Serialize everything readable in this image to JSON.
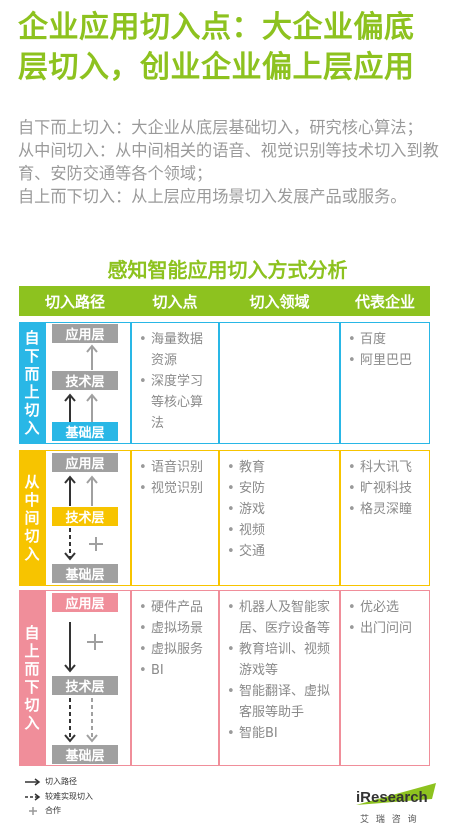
{
  "title_lines": [
    "企业应用切入点：大企业偏底",
    "层切入，创业企业偏上层应用"
  ],
  "intro": [
    "自下而上切入：大企业从底层基础切入，研究核心算法；",
    "从中间切入：从中间相关的语音、视觉识别等技术切入到教育、安防交通等各个领域；",
    "自上而下切入：从上层应用场景切入发展产品或服务。"
  ],
  "subtitle": "感知智能应用切入方式分析",
  "headers": [
    "切入路径",
    "切入点",
    "切入领域",
    "代表企业"
  ],
  "sections": [
    {
      "label_chars": [
        "自",
        "下",
        "而",
        "上",
        "切",
        "入"
      ],
      "layers": [
        "应用层",
        "技术层",
        "基础层"
      ],
      "entry_points": [
        "海量数据资源",
        "深度学习等核心算法"
      ],
      "fields": [],
      "companies": [
        "百度",
        "阿里巴巴"
      ]
    },
    {
      "label_chars": [
        "从",
        "中",
        "间",
        "切",
        "入"
      ],
      "layers": [
        "应用层",
        "技术层",
        "基础层"
      ],
      "entry_points": [
        "语音识别",
        "视觉识别"
      ],
      "fields": [
        "教育",
        "安防",
        "游戏",
        "视频",
        "交通"
      ],
      "companies": [
        "科大讯飞",
        "旷视科技",
        "格灵深瞳"
      ]
    },
    {
      "label_chars": [
        "自",
        "上",
        "而",
        "下",
        "切",
        "入"
      ],
      "layers": [
        "应用层",
        "技术层",
        "基础层"
      ],
      "entry_points": [
        "硬件产品",
        "虚拟场景",
        "虚拟服务",
        "BI"
      ],
      "fields": [
        "机器人及智能家居、医疗设备等",
        "教育培训、视频游戏等",
        "智能翻译、虚拟客服等助手",
        "智能BI"
      ],
      "companies": [
        "优必选",
        "出门问问"
      ]
    }
  ],
  "legend": [
    "切入路径",
    "较难实现切入",
    "合作"
  ],
  "logo": {
    "brand": "iResearch",
    "cn": "艾 瑞 咨 询"
  },
  "colors": {
    "green": "#8dc21f",
    "blue": "#29b7e6",
    "yellow": "#f7c400",
    "pink": "#f08e9a",
    "gray_box": "#a0a0a0"
  }
}
